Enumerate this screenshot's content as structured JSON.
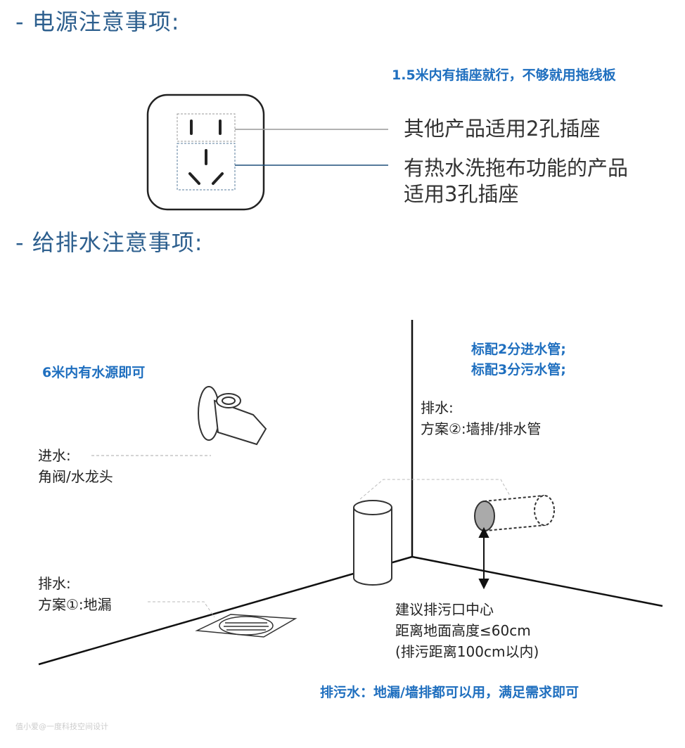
{
  "power": {
    "heading": "- 电源注意事项:",
    "note": "1.5米内有插座就行，不够就用拖线板",
    "two_pin": "其他产品适用2孔插座",
    "three_pin_line1": "有热水洗拖布功能的产品",
    "three_pin_line2": "适用3孔插座"
  },
  "drain": {
    "heading": "- 给排水注意事项:",
    "water_source_note": "6米内有水源即可",
    "pipes_line1": "标配2分进水管;",
    "pipes_line2": "标配3分污水管;",
    "inlet_line1": "进水:",
    "inlet_line2": "角阀/水龙头",
    "wall_drain_line1": "排水:",
    "wall_drain_line2": "方案②:墙排/排水管",
    "floor_drain_line1": "排水:",
    "floor_drain_line2": "方案①:地漏",
    "height_line1": "建议排污口中心",
    "height_line2": "距离地面高度≤60cm",
    "height_line3": "(排污距离100cm以内)",
    "summary": "排污水：地漏/墙排都可以用，满足需求即可"
  },
  "watermark": "值小爱@一度科技空间设计",
  "colors": {
    "heading": "#2d5f8e",
    "accent": "#1f6fbf"
  }
}
